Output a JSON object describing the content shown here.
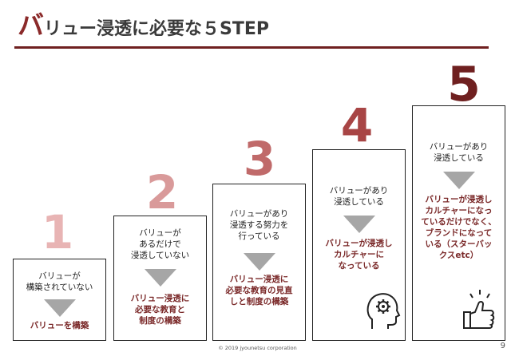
{
  "title": {
    "lead": "バ",
    "rest": "リュー浸透に必要な５STEP"
  },
  "steps": [
    {
      "number": "1",
      "state": "バリューが\n構築されていない",
      "action": "バリューを構築",
      "color": "#e8b4b4"
    },
    {
      "number": "2",
      "state": "バリューが\nあるだけで\n浸透していない",
      "action": "バリュー浸透に\n必要な教育と\n制度の構築",
      "color": "#d99a9a"
    },
    {
      "number": "3",
      "state": "バリューがあり\n浸透する努力を\n行っている",
      "action": "バリュー浸透に\n必要な教育の見直\nしと制度の構築",
      "color": "#c06a6a"
    },
    {
      "number": "4",
      "state": "バリューがあり\n浸透している",
      "action": "バリューが浸透し\nカルチャーに\nなっている",
      "color": "#a84545"
    },
    {
      "number": "5",
      "state": "バリューがあり\n浸透している",
      "action": "バリューが浸透し\nカルチャーになっ\nているだけでなく、\nブランドになって\nいる（スターバッ\nクスetc）",
      "color": "#6f2020"
    }
  ],
  "icons": {
    "step4": "head-gears-icon",
    "step5": "thumbs-up-icon"
  },
  "footer": "© 2019 jyounetsu corporation",
  "page_number": "9"
}
